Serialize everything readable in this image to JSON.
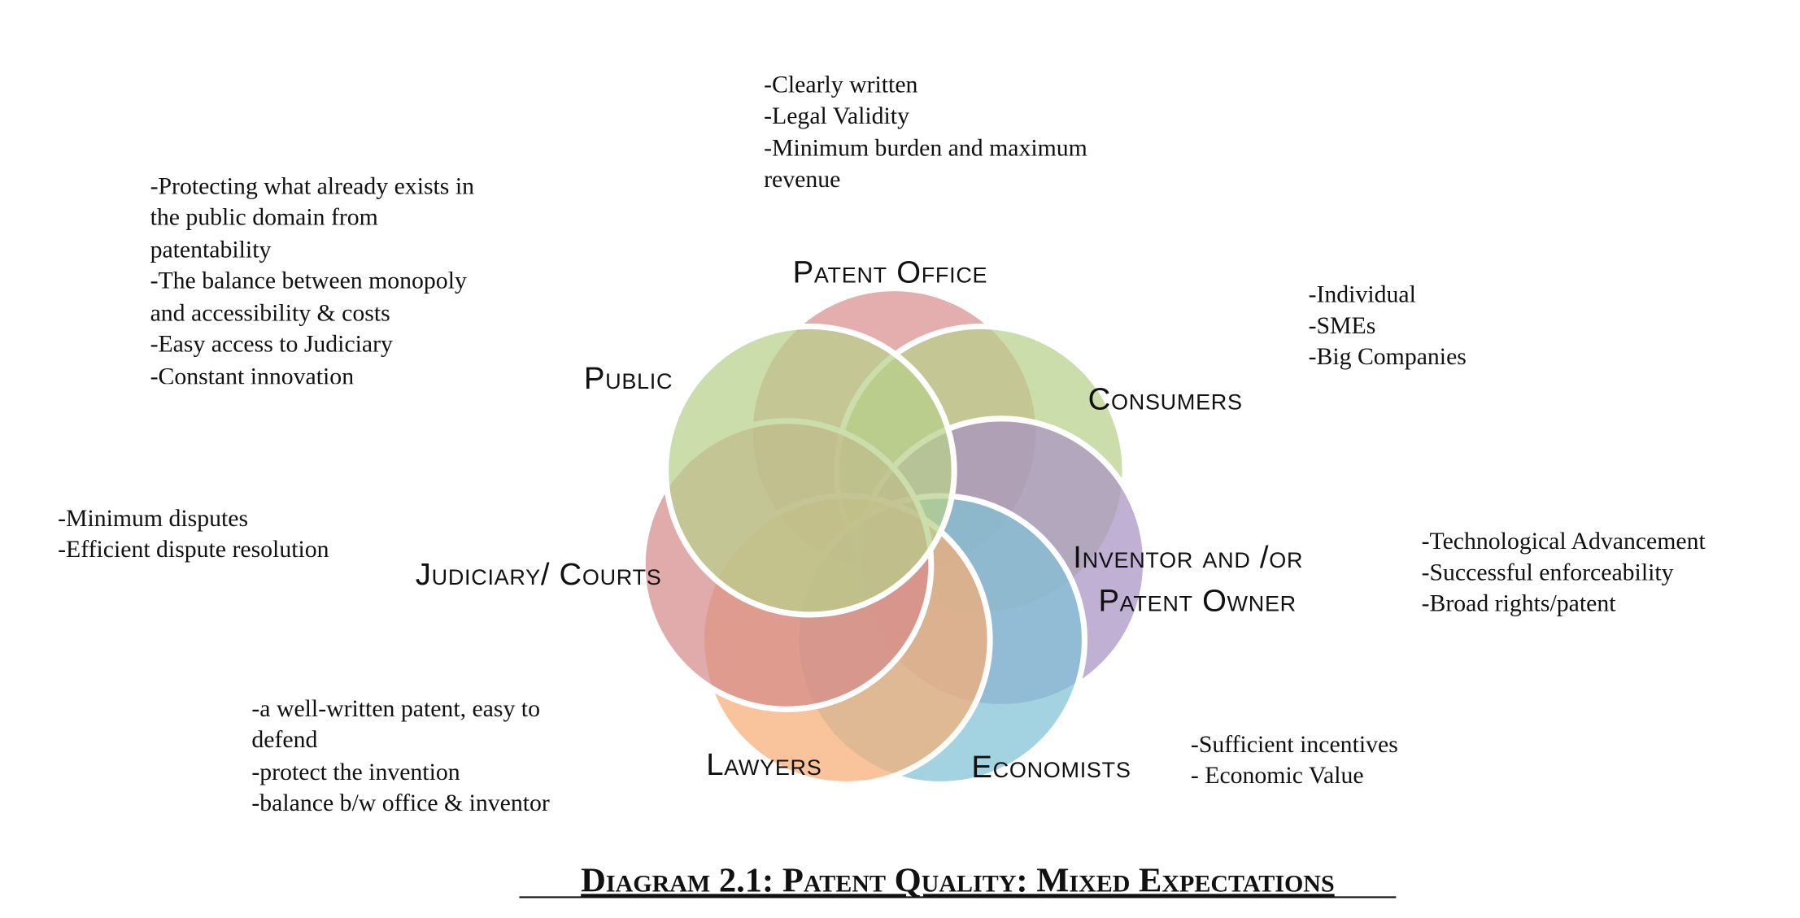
{
  "title": "Diagram 2.1: Patent Quality: Mixed Expectations",
  "stakeholders": [
    {
      "id": "patent-office",
      "label": "Patent Office",
      "color": "#d98f8f",
      "notes": [
        "-Clearly written",
        "-Legal Validity",
        "-Minimum burden and maximum",
        "revenue"
      ]
    },
    {
      "id": "consumers",
      "label": "Consumers",
      "color": "#b7d08a",
      "notes": [
        "-Individual",
        "-SMEs",
        "-Big Companies"
      ]
    },
    {
      "id": "inventor",
      "label_line1": "Inventor and /or",
      "label_line2": "Patent Owner",
      "color": "#a892c2",
      "notes": [
        "-Technological Advancement",
        "-Successful enforceability",
        "-Broad rights/patent"
      ]
    },
    {
      "id": "economists",
      "label": "Economists",
      "color": "#7fc0d6",
      "notes": [
        "-Sufficient incentives",
        "- Economic Value"
      ]
    },
    {
      "id": "lawyers",
      "label": "Lawyers",
      "color": "#f6ad76",
      "notes": [
        "-a well-written patent, easy to",
        "defend",
        "-protect the invention",
        "-balance b/w office & inventor"
      ]
    },
    {
      "id": "judiciary",
      "label": "Judiciary/ Courts",
      "color": "#d68a8a",
      "notes": [
        "-Minimum disputes",
        "-Efficient dispute resolution"
      ]
    },
    {
      "id": "public",
      "label": "Public",
      "color": "#b7d08a",
      "notes": [
        "-Protecting what already exists in",
        "the public domain from",
        "patentability",
        "-The balance between monopoly",
        "and accessibility & costs",
        "-Easy access to Judiciary",
        "-Constant innovation"
      ]
    }
  ]
}
